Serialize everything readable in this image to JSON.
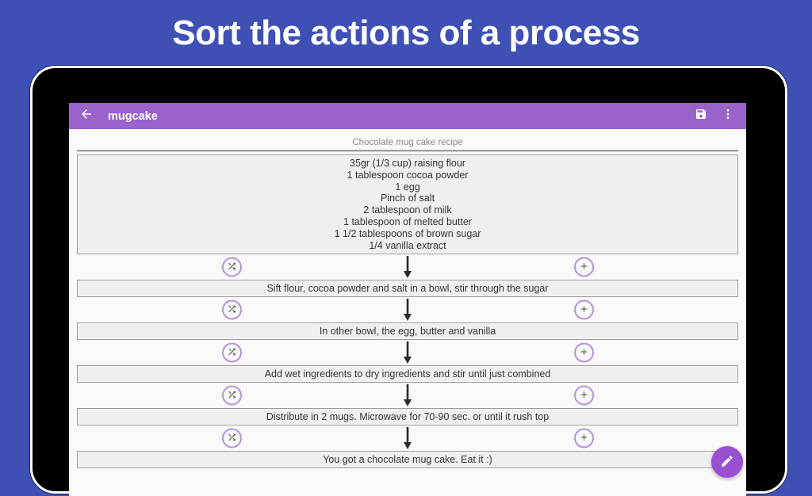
{
  "banner": {
    "title": "Sort the actions of a process"
  },
  "colors": {
    "bg": "#3E50B4",
    "appbar": "#9A62CB",
    "fab": "#9A51D1",
    "circle": "#B493DB"
  },
  "appbar": {
    "title": "mugcake",
    "icons": [
      "arrow-back-icon",
      "save-icon",
      "more-vert-icon"
    ]
  },
  "recipe": {
    "title": "Chocolate mug cake recipe",
    "ingredients_text": "35gr (1/3 cup) raising flour\n1 tablespoon cocoa powder\n1 egg\nPinch of salt\n2 tablespoon of milk\n1 tablespoon of melted butter\n1 1/2 tablespoons of brown sugar\n1/4 vanilla extract",
    "steps": [
      "Sift flour, cocoa powder and salt in a bowl, stir through the sugar",
      "In other bowl, the egg, butter and vanilla",
      "Add wet ingredients to dry ingredients and stir until just combined",
      "Distribute in 2 mugs. Microwave for 70-90 sec. or until it rush top",
      "You got a chocolate mug cake. Eat it :)"
    ],
    "connector_icons": [
      "shuffle-icon",
      "arrow-down-icon",
      "add-icon"
    ]
  },
  "fab": {
    "icon": "edit-icon"
  }
}
